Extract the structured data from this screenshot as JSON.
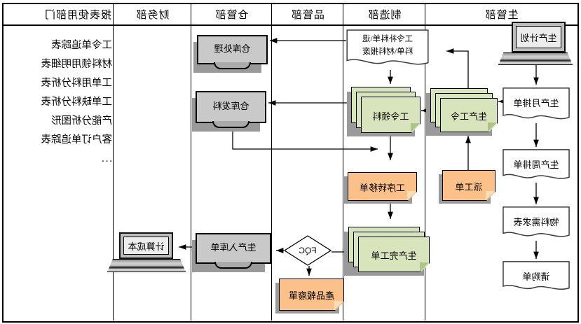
{
  "columns": [
    {
      "label": "生管部"
    },
    {
      "label": "制造部"
    },
    {
      "label": "品管部"
    },
    {
      "label": "仓管部"
    },
    {
      "label": "财务部"
    },
    {
      "label": "报表使用部门"
    }
  ],
  "nodes": {
    "production_plan": "生产计划",
    "monthly_schedule": "生产月排单",
    "weekly_schedule": "生产周排单",
    "material_requirement": "物料需求表",
    "purchase_request": "请购单",
    "production_work_order": "生产工令",
    "dispatch_order": "派工单",
    "material_doc_line1": "工令补料单\\退",
    "material_doc_line2": "料单\\材料报废",
    "work_order_picking": "工令领料",
    "process_transfer": "工序转移单",
    "production_completion": "生产完工单",
    "fqc": "FQC",
    "product_scrap": "產品報廢單",
    "warehouse_processing": "仓库处理",
    "warehouse_issue": "仓库发料",
    "production_warehouse_entry": "生产入库单",
    "cost_calculation": "计算成本"
  },
  "reports": {
    "items": [
      "工令单追踪表",
      "材料领用明细表",
      "工单用料分析表",
      "工单缺料分析表",
      "产能分析图形",
      "客户订单追踪表",
      "..."
    ]
  },
  "colors": {
    "card_green": "#d7e4bc",
    "card_orange": "#fcc089",
    "monitor_gray": "#c9c9c9",
    "shadow_gray": "#9a9a9a",
    "line_black": "#000000"
  },
  "presentation": {
    "mirrored": true
  }
}
